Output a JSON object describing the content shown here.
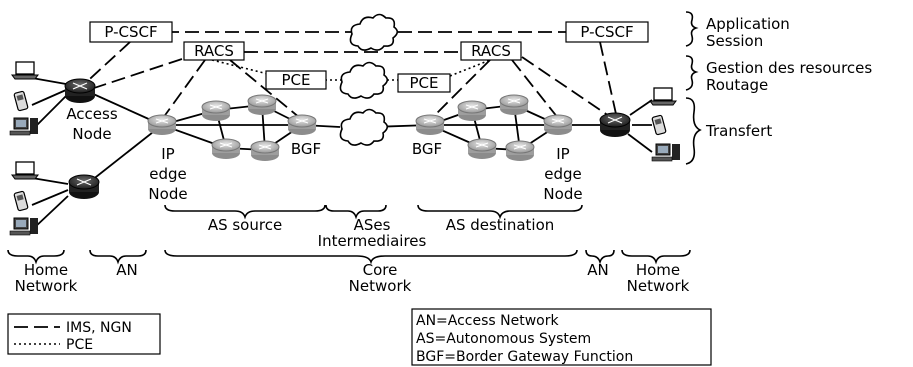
{
  "boxes": {
    "pcscf_left": "P-CSCF",
    "pcscf_right": "P-CSCF",
    "racs_left": "RACS",
    "racs_right": "RACS",
    "pce_left": "PCE",
    "pce_right": "PCE"
  },
  "node_labels": {
    "access_node": [
      "Access",
      "Node"
    ],
    "ip_edge_left": [
      "IP",
      "edge",
      "Node"
    ],
    "ip_edge_right": [
      "IP",
      "edge",
      "Node"
    ],
    "bgf_left": "BGF",
    "bgf_right": "BGF"
  },
  "layers": {
    "application": "Application",
    "session": "Session",
    "gestion": "Gestion des resources",
    "routage": "Routage",
    "transfert": "Transfert"
  },
  "as_braces": {
    "source": "AS source",
    "intermediate": [
      "ASes",
      "Intermediaires"
    ],
    "destination": "AS destination"
  },
  "bottom_segments": {
    "home_left": [
      "Home",
      "Network"
    ],
    "an_left": "AN",
    "core": [
      "Core",
      "Network"
    ],
    "an_right": "AN",
    "home_right": [
      "Home",
      "Network"
    ]
  },
  "legend_lines": {
    "ims": "IMS, NGN",
    "pce": "PCE"
  },
  "legend_abbrev": [
    "AN=Access Network",
    "AS=Autonomous System",
    "BGF=Border Gateway Function"
  ]
}
